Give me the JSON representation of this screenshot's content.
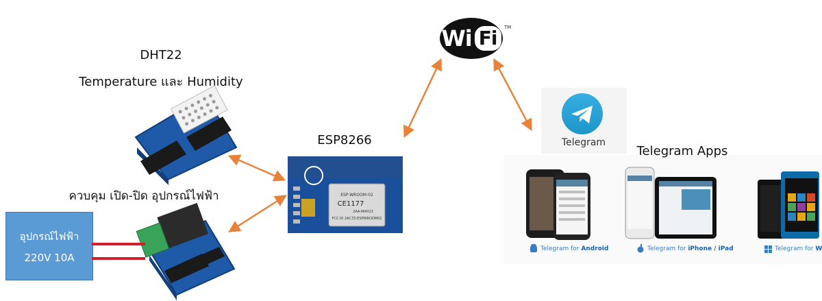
{
  "dht": {
    "title": "DHT22",
    "subtitle": "Temperature และ Humidity"
  },
  "relay": {
    "caption": "ควบคุม เปิด-ปิด อุปกรณ์ไฟฟ้า"
  },
  "appliance": {
    "line1": "อุปกรณ์ไฟฟ้า",
    "line2": "220V  10A"
  },
  "esp": {
    "title": "ESP8266",
    "chip_model": "ESP-WROOM-02",
    "chip_ce": "CE1177",
    "chip_fcc": "2AA-MAH23",
    "chip_id": "FCC ID 2AC7Z-ESPWROOM02"
  },
  "wifi": {
    "logo_left": "Wi",
    "logo_right": "Fi",
    "tm": "TM"
  },
  "telegram": {
    "icon_word": "Telegram",
    "apps_title": "Telegram Apps"
  },
  "platforms": {
    "android": {
      "prefix": "Telegram for ",
      "name": "Android"
    },
    "iphone": {
      "prefix": "Telegram for ",
      "name": "iPhone / iPad"
    },
    "wp": {
      "prefix": "Telegram for ",
      "name": "WP"
    }
  },
  "colors": {
    "arrow": "#e8823a",
    "appliance": "#5b9bd5",
    "wire": "#d0202a",
    "board": "#1e5aa8",
    "telegram": "#2ca5e0"
  }
}
